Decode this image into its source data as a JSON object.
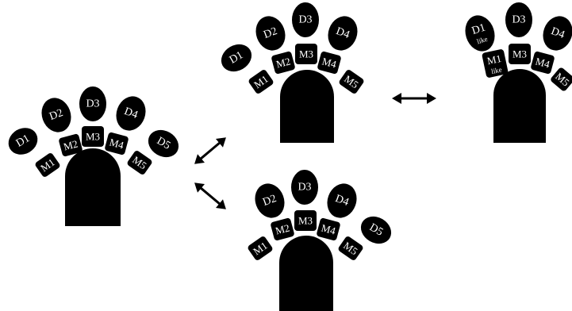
{
  "colors": {
    "ink": "#000000",
    "label": "#ffffff",
    "background": "#ffffff"
  },
  "hands": {
    "left": {
      "digits": [
        "D1",
        "D2",
        "D3",
        "D4",
        "D5"
      ],
      "metacarpals": [
        "M1",
        "M2",
        "M3",
        "M4",
        "M5"
      ]
    },
    "top_middle": {
      "digits": [
        "D1",
        "D2",
        "D3",
        "D4"
      ],
      "metacarpals": [
        "M1",
        "M2",
        "M3",
        "M4",
        "M5"
      ]
    },
    "top_right": {
      "digits": [
        "D1",
        "D3",
        "D4"
      ],
      "digit_note": "like",
      "metacarpals": [
        "M1",
        "M3",
        "M4",
        "M5"
      ],
      "metacarpal_note": "like"
    },
    "bottom_middle": {
      "digits": [
        "D2",
        "D3",
        "D4",
        "D5"
      ],
      "metacarpals": [
        "M1",
        "M2",
        "M3",
        "M4",
        "M5"
      ]
    }
  },
  "arrows": [
    "bidirectional-arrow",
    "bidirectional-arrow",
    "bidirectional-arrow"
  ]
}
